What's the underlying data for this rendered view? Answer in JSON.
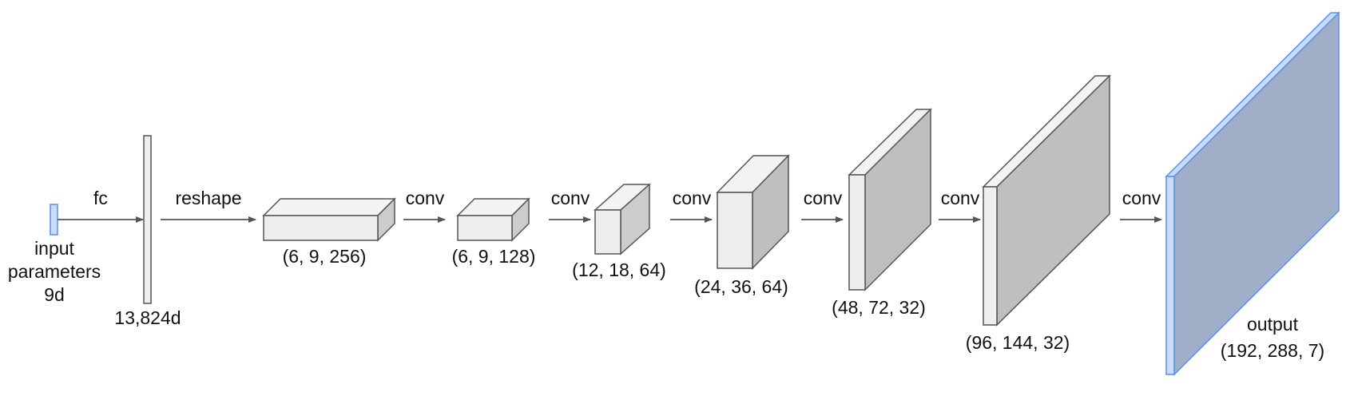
{
  "input": {
    "lines": [
      "input",
      "parameters",
      "9d"
    ]
  },
  "fc_layer": {
    "label": "13,824d"
  },
  "ops": {
    "fc": "fc",
    "reshape": "reshape",
    "conv1": "conv",
    "conv2": "conv",
    "conv3": "conv",
    "conv4": "conv",
    "conv5": "conv",
    "conv6": "conv"
  },
  "blocks": [
    {
      "label": "(6, 9, 256)"
    },
    {
      "label": "(6, 9, 128)"
    },
    {
      "label": "(12, 18, 64)"
    },
    {
      "label": "(24, 36, 64)"
    },
    {
      "label": "(48, 72, 32)"
    },
    {
      "label": "(96, 144, 32)"
    }
  ],
  "output": {
    "title": "output",
    "shape": "(192, 288, 7)"
  },
  "colors": {
    "stroke": "#555555",
    "front": "#eeeeee",
    "top": "#f3f3f3",
    "side_small": "#cccccc",
    "side_large": "#bfbfbf",
    "input_fill": "#c9dcf9",
    "input_stroke": "#5b8ef0",
    "output_face": "#9fafc7",
    "arrow": "#555555"
  }
}
